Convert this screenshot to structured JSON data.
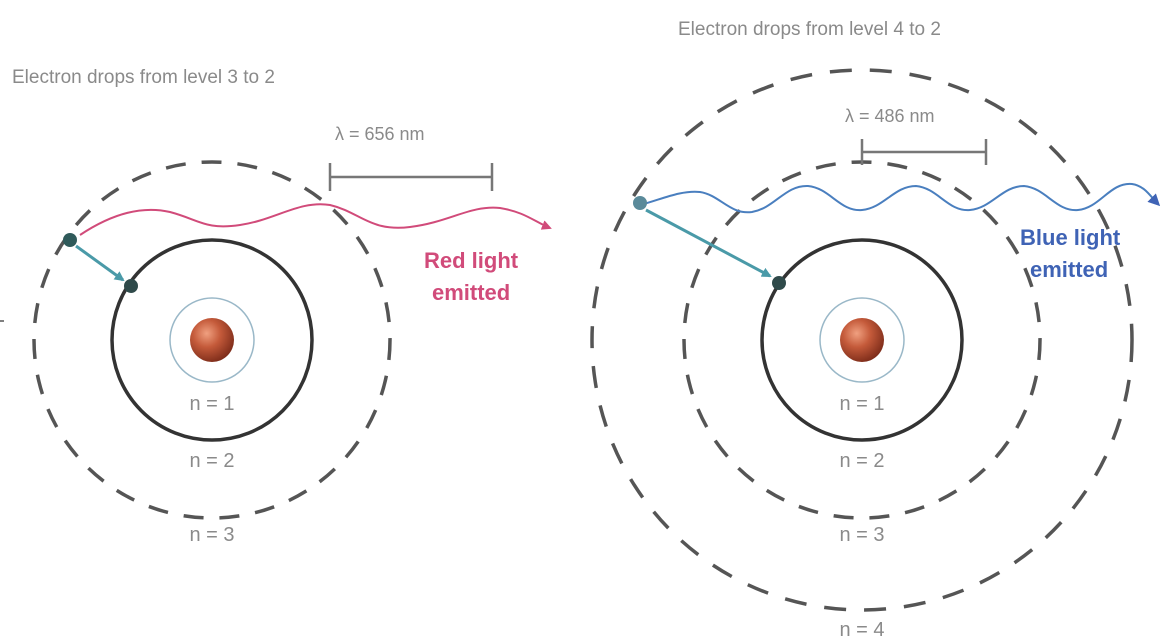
{
  "left_panel": {
    "title": "Electron drops from level 3 to 2",
    "wavelength": "λ = 656 nm",
    "emission_line1": "Red light",
    "emission_line2": "emitted",
    "emission_color": "#d14b7a",
    "orbit_labels": [
      "n = 1",
      "n = 2",
      "n = 3"
    ]
  },
  "right_panel": {
    "title": "Electron drops from level 4 to 2",
    "wavelength": "λ = 486 nm",
    "emission_line1": "Blue light",
    "emission_line2": "emitted",
    "emission_color": "#3f63b5",
    "orbit_labels": [
      "n = 1",
      "n = 2",
      "n = 3",
      "n = 4"
    ]
  },
  "colors": {
    "nucleus": "#b0482b",
    "transition_arrow": "#4a9aa8",
    "orbit": "#444444",
    "label_text": "#8a8a8a"
  }
}
